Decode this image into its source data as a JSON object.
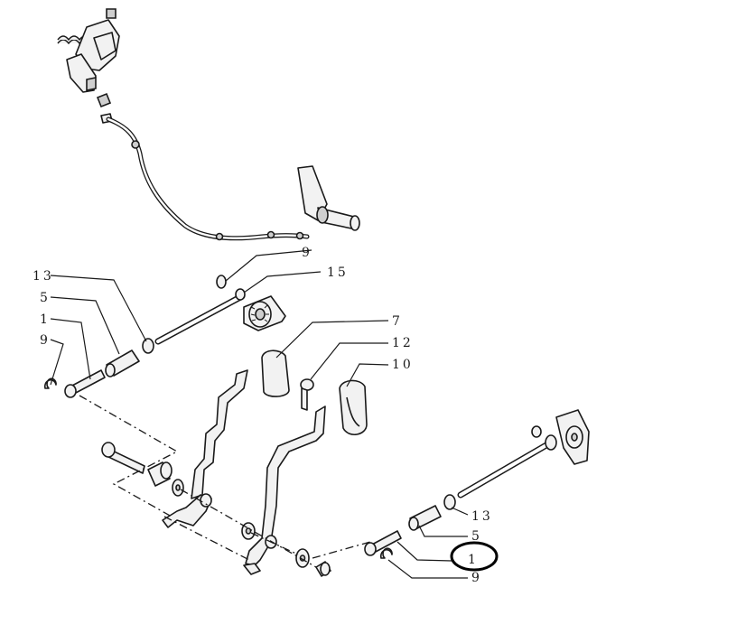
{
  "callouts": {
    "c13_left": "13",
    "c5_left": "5",
    "c1_left": "1",
    "c9_left": "9",
    "c9_top": "9",
    "c15": "15",
    "c7": "7",
    "c12": "12",
    "c10": "10",
    "c13_right": "13",
    "c5_right": "5",
    "c1_right": "1",
    "c9_right": "9"
  },
  "highlight": {
    "target": "1",
    "shape": "ellipse"
  }
}
